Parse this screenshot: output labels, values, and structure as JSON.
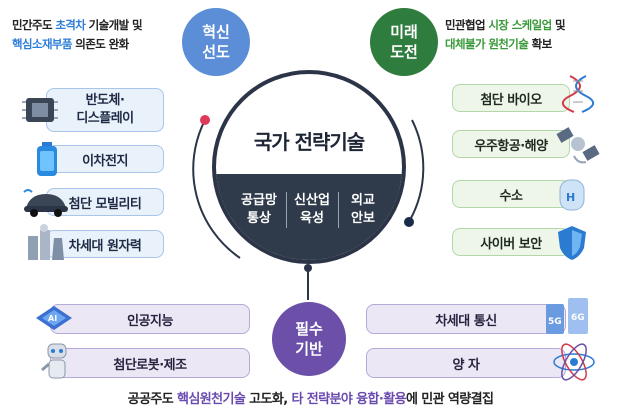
{
  "center": {
    "title": "국가 전략기술",
    "items": [
      {
        "line1": "공급망",
        "line2": "통상"
      },
      {
        "line1": "신산업",
        "line2": "육성"
      },
      {
        "line1": "외교",
        "line2": "안보"
      }
    ]
  },
  "innovation": {
    "circle_line1": "혁신",
    "circle_line2": "선도",
    "desc_line1_a": "민간주도 ",
    "desc_line1_b": "초격차",
    "desc_line1_c": " 기술개발 및",
    "desc_line2_a": "핵심소재부품",
    "desc_line2_b": " 의존도 완화",
    "items": [
      "반도체·\n디스플레이",
      "이차전지",
      "첨단 모빌리티",
      "차세대 원자력"
    ],
    "items_split": [
      [
        "반도체·",
        "디스플레이"
      ],
      [
        "이차전지"
      ],
      [
        "첨단 모빌리티"
      ],
      [
        "차세대 원자력"
      ]
    ]
  },
  "future": {
    "circle_line1": "미래",
    "circle_line2": "도전",
    "desc_line1_a": "민관협업 ",
    "desc_line1_b": "시장 스케일업",
    "desc_line1_c": " 및",
    "desc_line2_a": "대체불가 원천기술",
    "desc_line2_b": " 확보",
    "items": [
      "첨단 바이오",
      "우주항공·해양",
      "수소",
      "사이버 보안"
    ]
  },
  "essential": {
    "circle_line1": "필수",
    "circle_line2": "기반",
    "items_left": [
      "인공지능",
      "첨단로봇·제조"
    ],
    "items_right": [
      "차세대 통신",
      "양 자"
    ]
  },
  "footer": {
    "a": "공공주도 ",
    "b": "핵심원천기술",
    "c": " 고도화, ",
    "d": "타 전략분야 융합·활용",
    "e": "에 민관 역량결집"
  },
  "colors": {
    "innovation": "#5b8ed6",
    "future": "#2e7d3e",
    "essential": "#6b4fa8",
    "center_dark": "#2f3a4a",
    "center_ring": "#2c3547"
  },
  "icons": [
    "chip-icon",
    "battery-icon",
    "car-icon",
    "nuclear-plant-icon",
    "dna-icon",
    "satellite-icon",
    "hydrogen-tank-icon",
    "shield-icon",
    "ai-chip-icon",
    "robot-icon",
    "5g6g-icon",
    "atom-icon"
  ]
}
